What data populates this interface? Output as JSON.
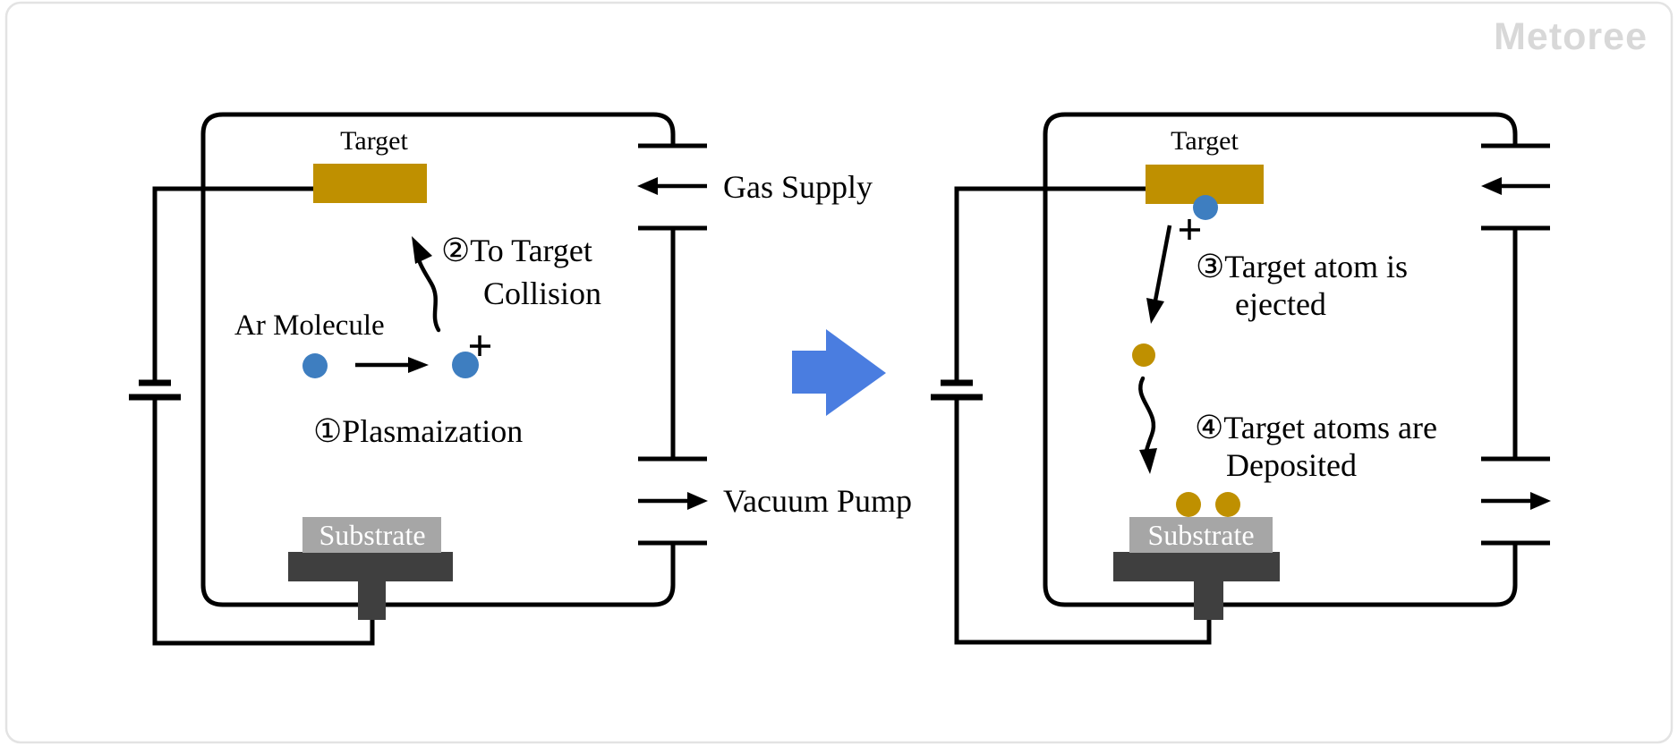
{
  "watermark": "Metoree",
  "colors": {
    "target_gold": "#BF9000",
    "ion_blue": "#3E7EC0",
    "arrow_blue": "#4A7DE0",
    "substrate_gray": "#A6A6A6",
    "holder_dark": "#3F3F3F",
    "line_black": "#000000",
    "watermark_gray": "#D8D8D8",
    "card_border": "#E3E3E3"
  },
  "left_panel": {
    "target_label": "Target",
    "ar_molecule_label": "Ar Molecule",
    "step1": "①Plasmaization",
    "step2_line1": "②To Target",
    "step2_line2": "Collision",
    "substrate_label": "Substrate",
    "gas_supply_label": "Gas Supply",
    "vacuum_pump_label": "Vacuum Pump"
  },
  "right_panel": {
    "target_label": "Target",
    "step3_line1": "③Target atom is",
    "step3_line2": "ejected",
    "step4_line1": "④Target atoms are",
    "step4_line2": "Deposited",
    "substrate_label": "Substrate"
  }
}
